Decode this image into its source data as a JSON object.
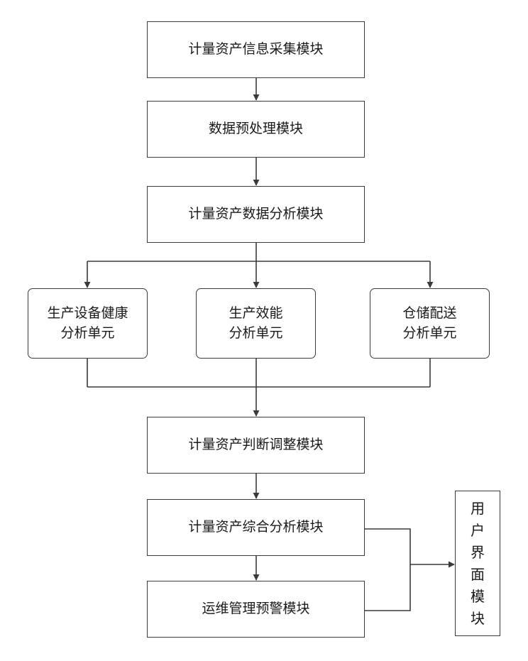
{
  "diagram": {
    "modules": {
      "collect": "计量资产信息采集模块",
      "preprocess": "数据预处理模块",
      "analysis": "计量资产数据分析模块",
      "judge": "计量资产判断调整模块",
      "comprehensive": "计量资产综合分析模块",
      "ops_warning": "运维管理预警模块"
    },
    "units": [
      {
        "line1": "生产设备健康",
        "line2": "分析单元"
      },
      {
        "line1": "生产效能",
        "line2": "分析单元"
      },
      {
        "line1": "仓储配送",
        "line2": "分析单元"
      }
    ],
    "user_interface": [
      "用",
      "户",
      "界",
      "面",
      "模",
      "块"
    ],
    "colors": {
      "line": "#3a3a3a",
      "box_border": "#3a3a3a",
      "background": "#ffffff"
    }
  }
}
